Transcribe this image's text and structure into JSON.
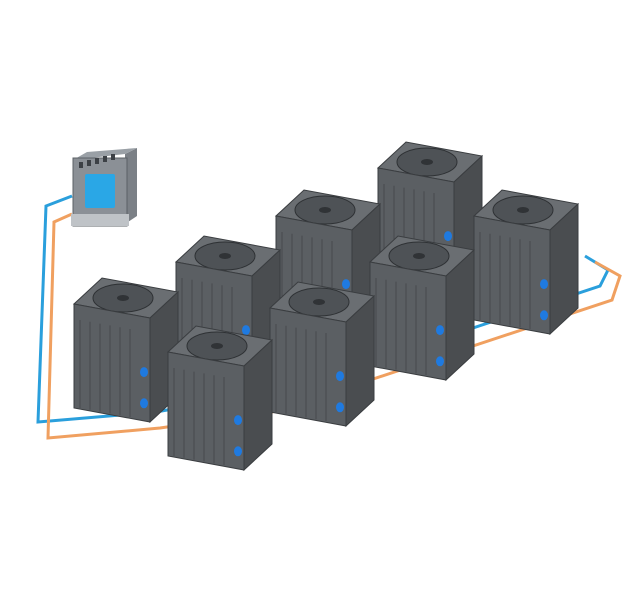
{
  "diagram": {
    "controller": {
      "label": "",
      "screen_color": "#2aa7e6"
    },
    "units": [
      {
        "id": "unit-1"
      },
      {
        "id": "unit-2"
      },
      {
        "id": "unit-3"
      },
      {
        "id": "unit-4"
      },
      {
        "id": "unit-5"
      },
      {
        "id": "unit-6"
      },
      {
        "id": "unit-7"
      },
      {
        "id": "unit-8"
      }
    ],
    "pipes": [
      {
        "name": "blue-pipe",
        "color": "#2a9fdc"
      },
      {
        "name": "orange-pipe",
        "color": "#f0a060"
      }
    ],
    "colors": {
      "unit_body": "#5b5f63",
      "unit_top": "#6a6e72",
      "unit_side": "#4a4d50",
      "connector": "#1f7ae0"
    }
  }
}
